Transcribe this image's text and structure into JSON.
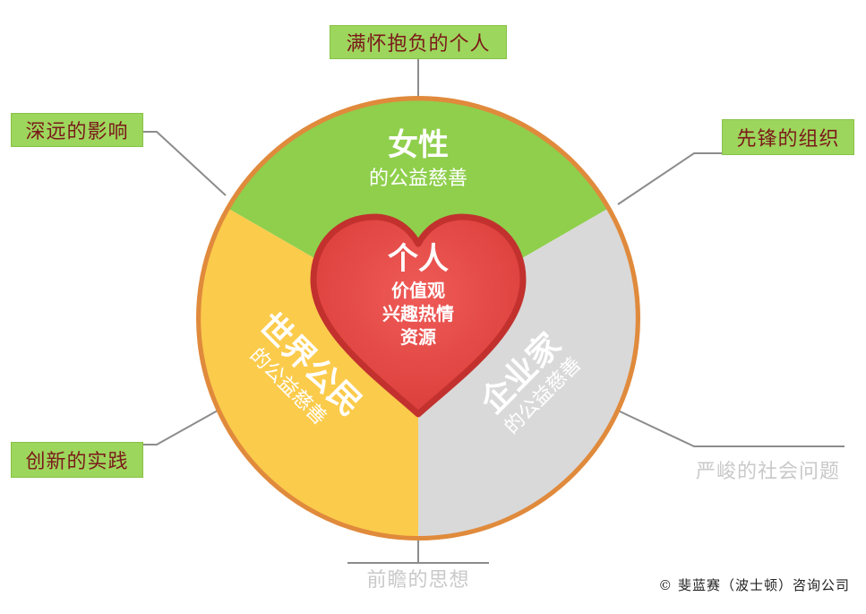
{
  "callouts": {
    "top": "满怀抱负的个人",
    "top_left": "深远的影响",
    "top_right": "先锋的组织",
    "bottom_left": "创新的实践",
    "bottom_right": "严峻的社会问题",
    "bottom": "前瞻的思想"
  },
  "segments": {
    "women": {
      "title": "女性",
      "subtitle": "的公益慈善"
    },
    "global_citizen": {
      "title": "世界公民",
      "subtitle": "的公益慈善"
    },
    "entrepreneur": {
      "title": "企业家",
      "subtitle": "的公益慈善"
    }
  },
  "heart": {
    "title": "个人",
    "lines": [
      "价值观",
      "兴趣热情",
      "资源"
    ]
  },
  "copyright": "© 斐蓝赛（波士顿）咨询公司",
  "colors": {
    "ring": "#e08a3c",
    "green": "#8fcf4c",
    "yellow": "#fbcb4c",
    "gray": "#d9d9d9",
    "heart": "#e34b48",
    "heart_border": "#c2312e",
    "callout_bg": "#9dd65c",
    "callout_text": "#7a1a1a",
    "muted_text": "#c9c9c9",
    "connector": "#8c8c8c"
  }
}
